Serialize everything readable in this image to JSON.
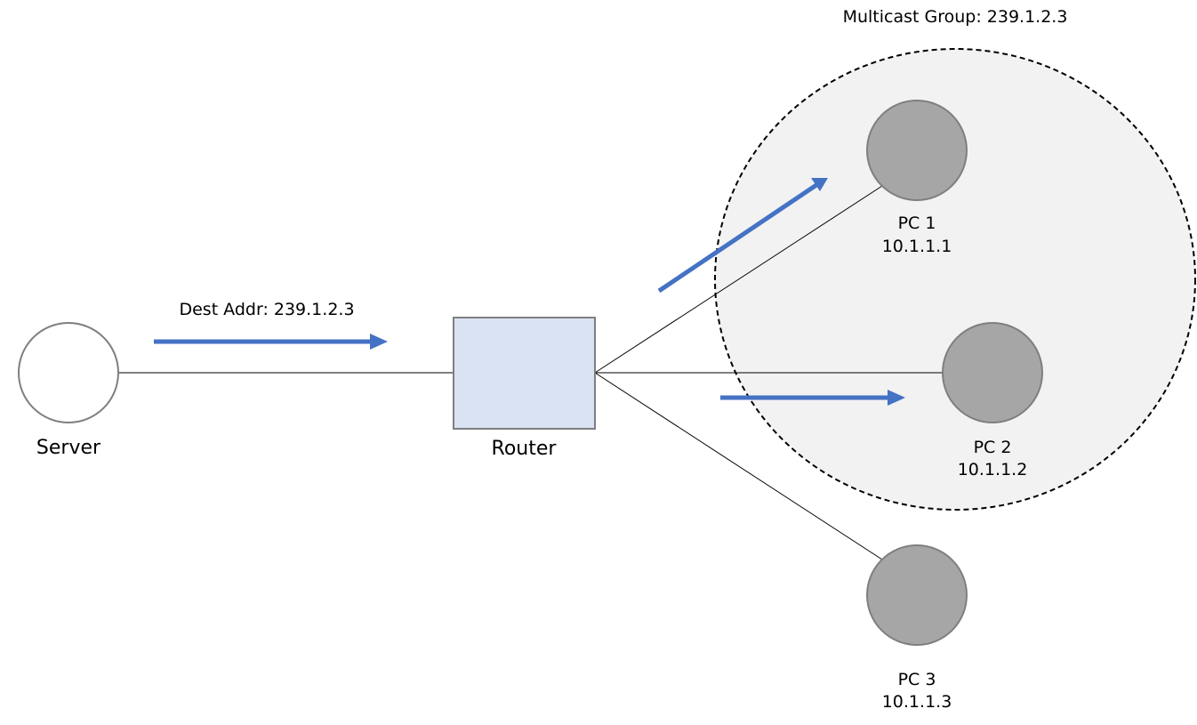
{
  "multicast_group_label": "Multicast Group: 239.1.2.3",
  "dest_addr_label": "Dest Addr: 239.1.2.3",
  "server": {
    "label": "Server"
  },
  "router": {
    "label": "Router"
  },
  "pcs": [
    {
      "name": "PC 1",
      "ip": "10.1.1.1"
    },
    {
      "name": "PC 2",
      "ip": "10.1.1.2"
    },
    {
      "name": "PC 3",
      "ip": "10.1.1.3"
    }
  ],
  "colors": {
    "arrow": "#4472c4",
    "group_fill": "#f2f2f2",
    "router_fill": "#dae3f3",
    "pc_fill": "#a6a6a6",
    "outline": "#7f7f7f",
    "link": "#000000"
  }
}
